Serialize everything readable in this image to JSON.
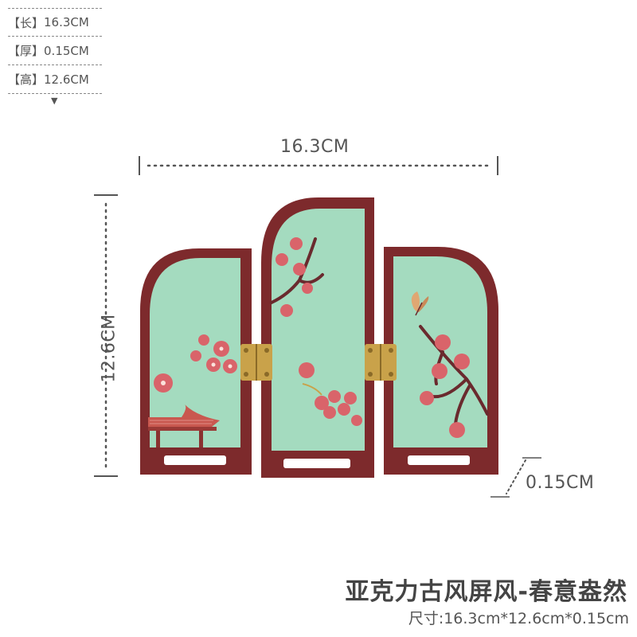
{
  "specs": [
    {
      "label": "【长】",
      "value": "16.3CM"
    },
    {
      "label": "【厚】",
      "value": "0.15CM"
    },
    {
      "label": "【高】",
      "value": "12.6CM"
    }
  ],
  "dimensions": {
    "width_label": "16.3CM",
    "height_label": "12.6CM",
    "thickness_label": "0.15CM"
  },
  "product": {
    "title": "亚克力古风屏风-春意盎然",
    "size_text": "尺寸:16.3cm*12.6cm*0.15cm"
  },
  "colors": {
    "frame": "#7d2a2c",
    "panel": "#a4dbbf",
    "blossom": "#d9646a",
    "branch": "#6a2a2e",
    "hinge": "#c9a24a"
  },
  "icons": [
    "down-triangle-icon",
    "butterfly-icon",
    "pavilion-icon",
    "plum-blossom-icon"
  ]
}
